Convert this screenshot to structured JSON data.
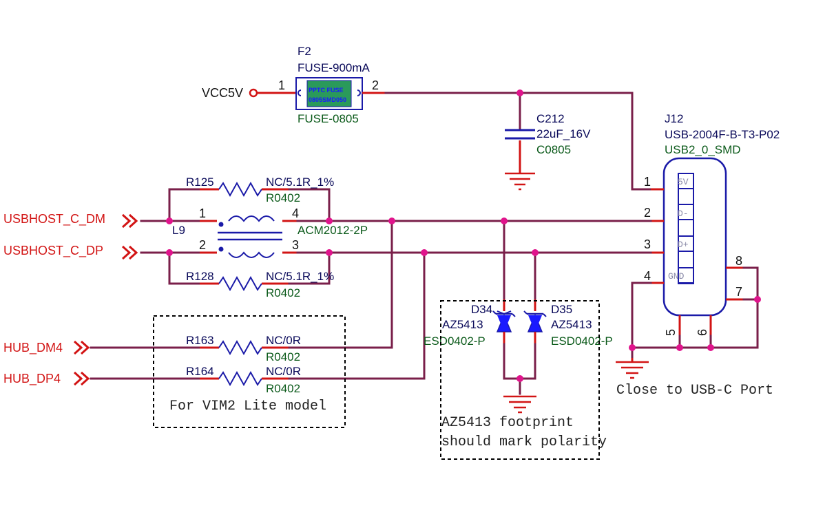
{
  "net_vcc": "VCC5V",
  "fuse": {
    "ref": "F2",
    "value": "FUSE-900mA",
    "footprint": "FUSE-0805",
    "body_line1": "PPTC FUSE",
    "body_line2": "0805SMD050",
    "pin1": "1",
    "pin2": "2"
  },
  "cap": {
    "ref": "C212",
    "value": "22uF_16V",
    "footprint": "C0805"
  },
  "connector": {
    "ref": "J12",
    "value": "USB-2004F-B-T3-P02",
    "footprint": "USB2_0_SMD",
    "pins": [
      "1",
      "2",
      "3",
      "4",
      "5",
      "6",
      "7",
      "8"
    ],
    "pin_labels": [
      "5V",
      "D-",
      "D+",
      "GND"
    ]
  },
  "r125": {
    "ref": "R125",
    "value": "NC/5.1R_1%",
    "footprint": "R0402"
  },
  "r128": {
    "ref": "R128",
    "value": "NC/5.1R_1%",
    "footprint": "R0402"
  },
  "r163": {
    "ref": "R163",
    "value": "NC/0R",
    "footprint": "R0402"
  },
  "r164": {
    "ref": "R164",
    "value": "NC/0R",
    "footprint": "R0402"
  },
  "choke": {
    "ref": "L9",
    "value": "ACM2012-2P",
    "pin1": "1",
    "pin2": "2",
    "pin3": "3",
    "pin4": "4"
  },
  "d34": {
    "ref": "D34",
    "value": "AZ5413",
    "footprint": "ESD0402-P"
  },
  "d35": {
    "ref": "D35",
    "value": "AZ5413",
    "footprint": "ESD0402-P"
  },
  "ports": {
    "usbhost_dm": "USBHOST_C_DM",
    "usbhost_dp": "USBHOST_C_DP",
    "hub_dm4": "HUB_DM4",
    "hub_dp4": "HUB_DP4"
  },
  "notes": {
    "vim2": "For VIM2 Lite model",
    "az_line1": "AZ5413 footprint",
    "az_line2": "should mark polarity",
    "close": "Close to USB-C Port"
  }
}
